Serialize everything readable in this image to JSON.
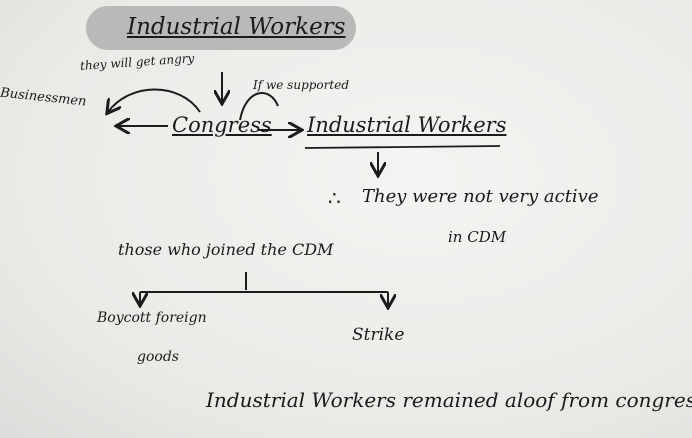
{
  "title": "Industrial Workers",
  "notes": {
    "angry": "they will get angry",
    "supported": "If we supported"
  },
  "nodes": {
    "businessmen": "Businessmen",
    "congress": "Congress",
    "industrial_workers": "Industrial Workers"
  },
  "therefore_symbol": "∴",
  "conclusion_line1": "They were not very active",
  "conclusion_line2": "in CDM",
  "joined_cdm": "those who joined the CDM",
  "branches": {
    "boycott": "Boycott foreign",
    "goods": "goods",
    "strike": "Strike"
  },
  "summary": "Industrial Workers remained aloof from congress."
}
